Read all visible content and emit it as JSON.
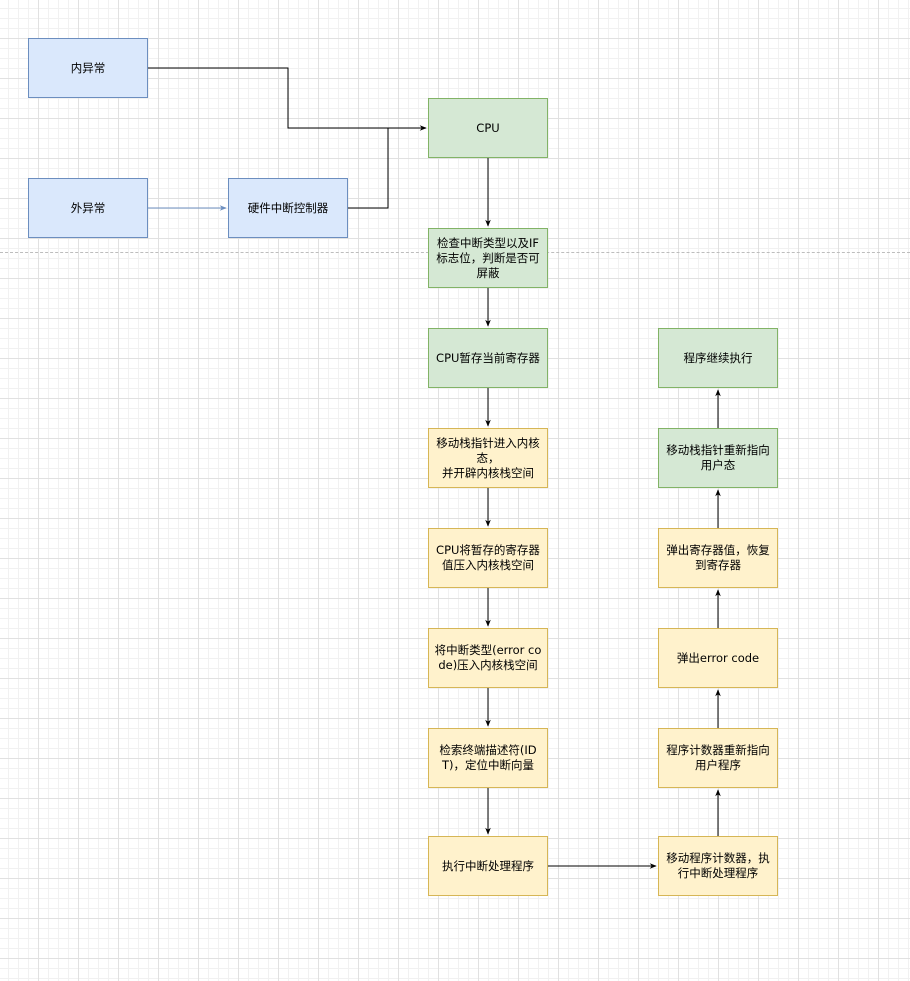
{
  "nodes": {
    "internal_exception": "内异常",
    "external_exception": "外异常",
    "hw_interrupt_controller": "硬件中断控制器",
    "cpu": "CPU",
    "check_type": "检查中断类型以及IF标志位，判断是否可屏蔽",
    "save_registers": "CPU暂存当前寄存器",
    "move_stack_kernel": "移动栈指针进入内核态，\n并开辟内核栈空间",
    "push_registers": "CPU将暂存的寄存器值压入内核栈空间",
    "push_error_code": "将中断类型(error code)压入内核栈空间",
    "lookup_idt": "检索终端描述符(IDT)，定位中断向量",
    "exec_handler": "执行中断处理程序",
    "move_pc_handler": "移动程序计数器，执行中断处理程序",
    "pc_to_user": "程序计数器重新指向用户程序",
    "pop_error_code": "弹出error code",
    "pop_registers": "弹出寄存器值，恢复到寄存器",
    "stack_to_user": "移动栈指针重新指向用户态",
    "continue_exec": "程序继续执行"
  },
  "colors": {
    "blue_fill": "#dae8fc",
    "blue_stroke": "#6c8ebf",
    "green_fill": "#d5e8d4",
    "green_stroke": "#82b366",
    "yellow_fill": "#fff2cc",
    "yellow_stroke": "#d6b656",
    "edge": "#000000",
    "edge_blue": "#6c8ebf"
  }
}
